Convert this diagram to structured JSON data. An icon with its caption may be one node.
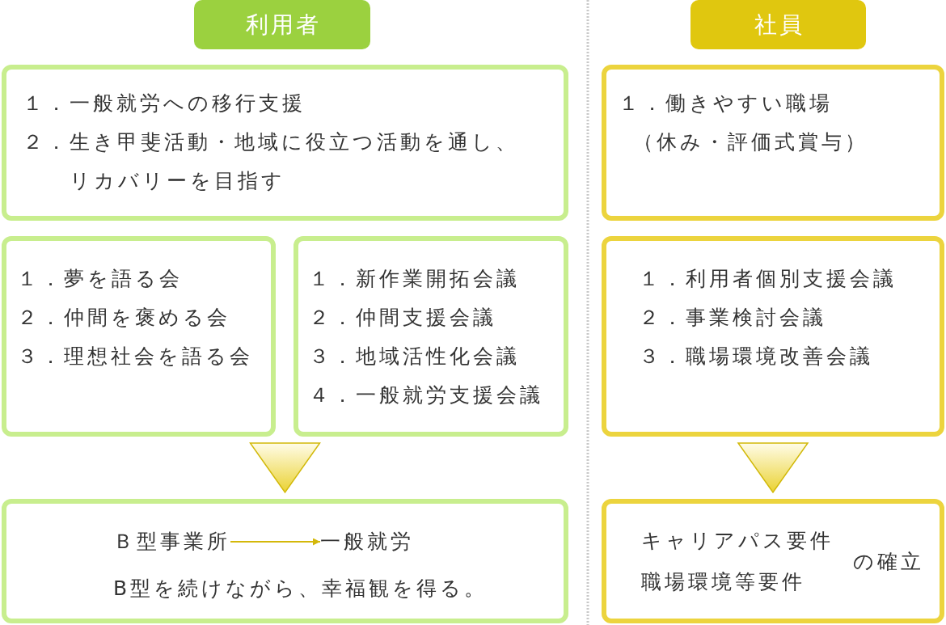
{
  "diagram": {
    "nodes": [
      {
        "text": [
          "利用者"
        ]
      },
      {
        "text": [
          "１．一般就労への移行支援",
          "２．生き甲斐活動・地域に役立つ活動を通し、リカバリーを目指す"
        ]
      },
      {
        "text": [
          "１．夢を語る会",
          "２．仲間を褒める会",
          "３．理想社会を語る会"
        ]
      },
      {
        "text": [
          "１．新作業開拓会議",
          "２．仲間支援会議",
          "３．地域活性化会議",
          "４．一般就労支援会議"
        ]
      },
      {
        "text": [
          "B型を続けながら、幸福観を得る。"
        ]
      },
      {
        "text": [
          "Ｂ型事業所"
        ],
        "in": 4
      },
      {
        "text": [
          "一般就労"
        ],
        "in": 4
      },
      {
        "text": [
          "社員"
        ]
      },
      {
        "text": [
          "１．働きやすい職場（休み・評価式賞与）"
        ]
      },
      {
        "text": [
          "１．利用者個別支援会議",
          "２．事業検討会議",
          "３．職場環境改善会議"
        ]
      },
      {
        "text": [
          "キャリアパス要件",
          "職場環境等要件",
          "の確立"
        ]
      }
    ],
    "edges": [
      {
        "from": 2,
        "to": 4,
        "arrow": "to"
      },
      {
        "from": 3,
        "to": 4,
        "arrow": "to"
      },
      {
        "from": 5,
        "to": 6,
        "arrow": "to"
      },
      {
        "from": 9,
        "to": 10,
        "arrow": "to"
      }
    ]
  }
}
